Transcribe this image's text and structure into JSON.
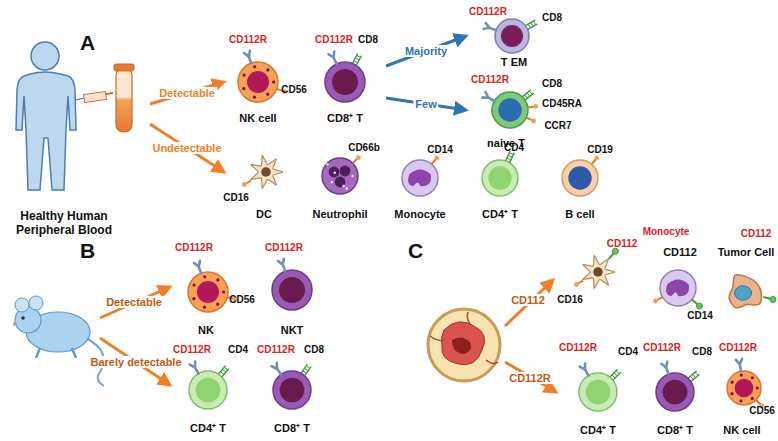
{
  "diagram": {
    "nodes": [
      {
        "text": [
          "Healthy Human Peripheral Blood"
        ]
      },
      {
        "text": [
          "NK cell",
          "CD112R",
          "CD56"
        ]
      },
      {
        "text": [
          "CD8⁺ T",
          "CD112R",
          "CD8"
        ]
      },
      {
        "text": [
          "T EM",
          "CD112R",
          "CD8"
        ]
      },
      {
        "text": [
          "naive T",
          "CD112R",
          "CD8",
          "CD45RA",
          "CCR7"
        ]
      },
      {
        "text": [
          "DC",
          "CD16"
        ]
      },
      {
        "text": [
          "Neutrophil",
          "CD66b"
        ]
      },
      {
        "text": [
          "Monocyte",
          "CD14"
        ]
      },
      {
        "text": [
          "CD4⁺ T",
          "CD4"
        ]
      },
      {
        "text": [
          "B cell",
          "CD19"
        ]
      },
      {
        "text": [
          "NK",
          "CD112R",
          "CD56"
        ]
      },
      {
        "text": [
          "NKT",
          "CD112R"
        ]
      },
      {
        "text": [
          "CD4⁺ T",
          "CD112R",
          "CD4"
        ]
      },
      {
        "text": [
          "CD8⁺ T",
          "CD112R",
          "CD8"
        ]
      },
      {
        "text": [
          "CD112",
          "CD16"
        ]
      },
      {
        "text": [
          "Monocyte",
          "CD112",
          "CD14"
        ]
      },
      {
        "text": [
          "Tumor Cell",
          "CD112"
        ]
      },
      {
        "text": [
          "CD4⁺ T",
          "CD112R",
          "CD4"
        ]
      },
      {
        "text": [
          "CD8⁺ T",
          "CD112R",
          "CD8"
        ]
      },
      {
        "text": [
          "NK cell",
          "CD112R",
          "CD56"
        ]
      }
    ],
    "edges": [
      {
        "from": 0,
        "to": 1,
        "label": "Detectable",
        "arrow": "to"
      },
      {
        "from": 0,
        "to": 5,
        "label": "Undetectable",
        "arrow": "to"
      },
      {
        "from": 2,
        "to": 3,
        "label": "Majority",
        "arrow": "to"
      },
      {
        "from": 2,
        "to": 4,
        "label": "Few",
        "arrow": "to"
      }
    ],
    "labels": [
      "A",
      "B",
      "C",
      "Detectable",
      "Barely detectable",
      "CD112",
      "CD112R"
    ]
  }
}
